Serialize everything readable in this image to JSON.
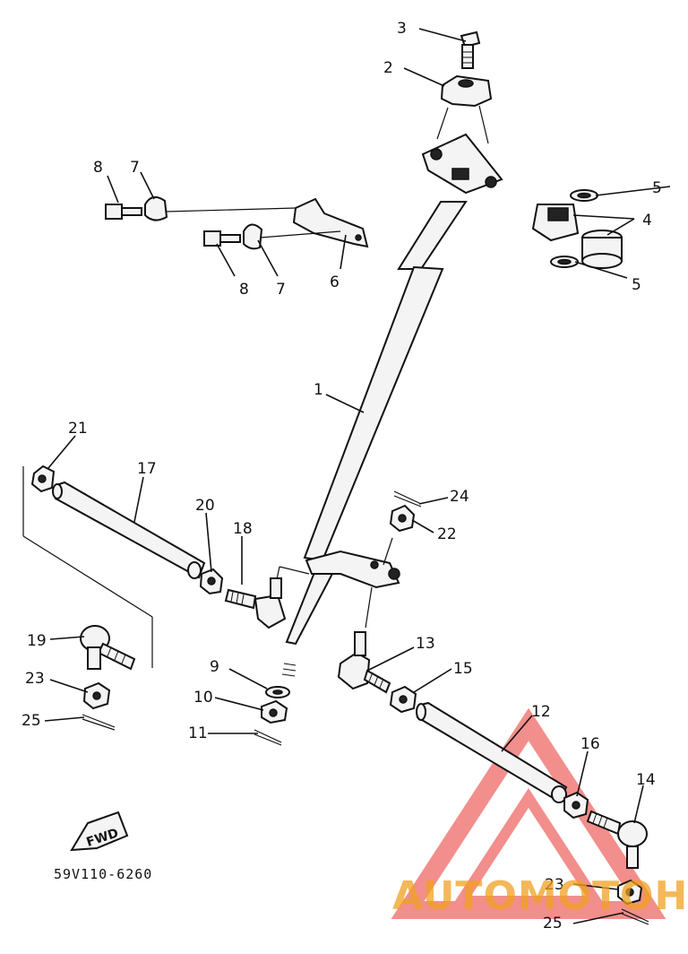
{
  "diagram": {
    "code": "59V110-6260",
    "fwd": "FWD",
    "callouts": [
      {
        "id": "c3",
        "text": "3"
      },
      {
        "id": "c2",
        "text": "2"
      },
      {
        "id": "c8a",
        "text": "8"
      },
      {
        "id": "c7a",
        "text": "7"
      },
      {
        "id": "c5a",
        "text": "5"
      },
      {
        "id": "c4",
        "text": "4"
      },
      {
        "id": "c8b",
        "text": "8"
      },
      {
        "id": "c7b",
        "text": "7"
      },
      {
        "id": "c6",
        "text": "6"
      },
      {
        "id": "c5b",
        "text": "5"
      },
      {
        "id": "c1",
        "text": "1"
      },
      {
        "id": "c21",
        "text": "21"
      },
      {
        "id": "c17",
        "text": "17"
      },
      {
        "id": "c24",
        "text": "24"
      },
      {
        "id": "c20",
        "text": "20"
      },
      {
        "id": "c18",
        "text": "18"
      },
      {
        "id": "c22",
        "text": "22"
      },
      {
        "id": "c19",
        "text": "19"
      },
      {
        "id": "c13",
        "text": "13"
      },
      {
        "id": "c9",
        "text": "9"
      },
      {
        "id": "c15",
        "text": "15"
      },
      {
        "id": "c23a",
        "text": "23"
      },
      {
        "id": "c10",
        "text": "10"
      },
      {
        "id": "c25a",
        "text": "25"
      },
      {
        "id": "c12",
        "text": "12"
      },
      {
        "id": "c11",
        "text": "11"
      },
      {
        "id": "c16",
        "text": "16"
      },
      {
        "id": "c14",
        "text": "14"
      },
      {
        "id": "c23b",
        "text": "23"
      },
      {
        "id": "c25b",
        "text": "25"
      }
    ]
  },
  "watermark": {
    "part1": "AUTOMOTO",
    "part2": "HUB",
    "colors": {
      "triangle": "#e8322d",
      "text": "#f0a020"
    }
  }
}
